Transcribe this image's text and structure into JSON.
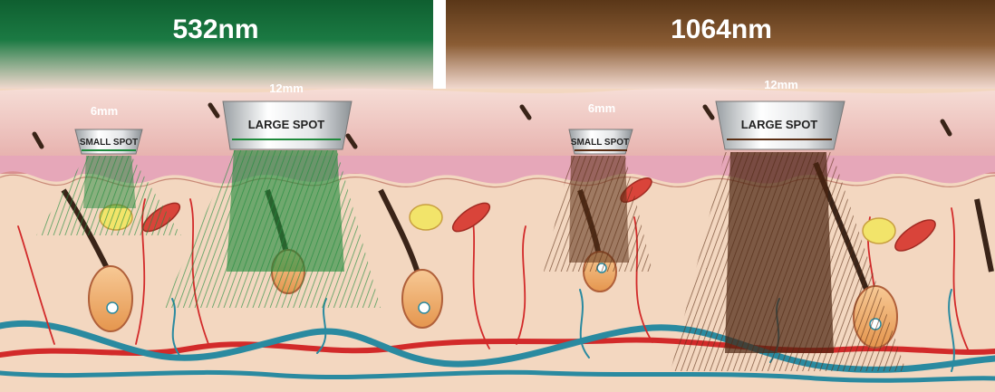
{
  "headers": {
    "left": {
      "label": "532nm",
      "color": "#1a6b3a"
    },
    "right": {
      "label": "1064nm",
      "color": "#6b4422"
    }
  },
  "spots": [
    {
      "size": "6mm",
      "label": "SMALL SPOT",
      "wavelength": "532nm"
    },
    {
      "size": "12mm",
      "label": "LARGE SPOT",
      "wavelength": "532nm"
    },
    {
      "size": "6mm",
      "label": "SMALL SPOT",
      "wavelength": "1064nm"
    },
    {
      "size": "12mm",
      "label": "LARGE SPOT",
      "wavelength": "1064nm"
    }
  ],
  "colors": {
    "beam_532": "#1f8a3c",
    "beam_1064": "#5a2e14",
    "vein": "#2a8aa0",
    "artery": "#d22a2a",
    "epidermis": "#e8b2b0",
    "dermis": "#f3d7c0"
  }
}
